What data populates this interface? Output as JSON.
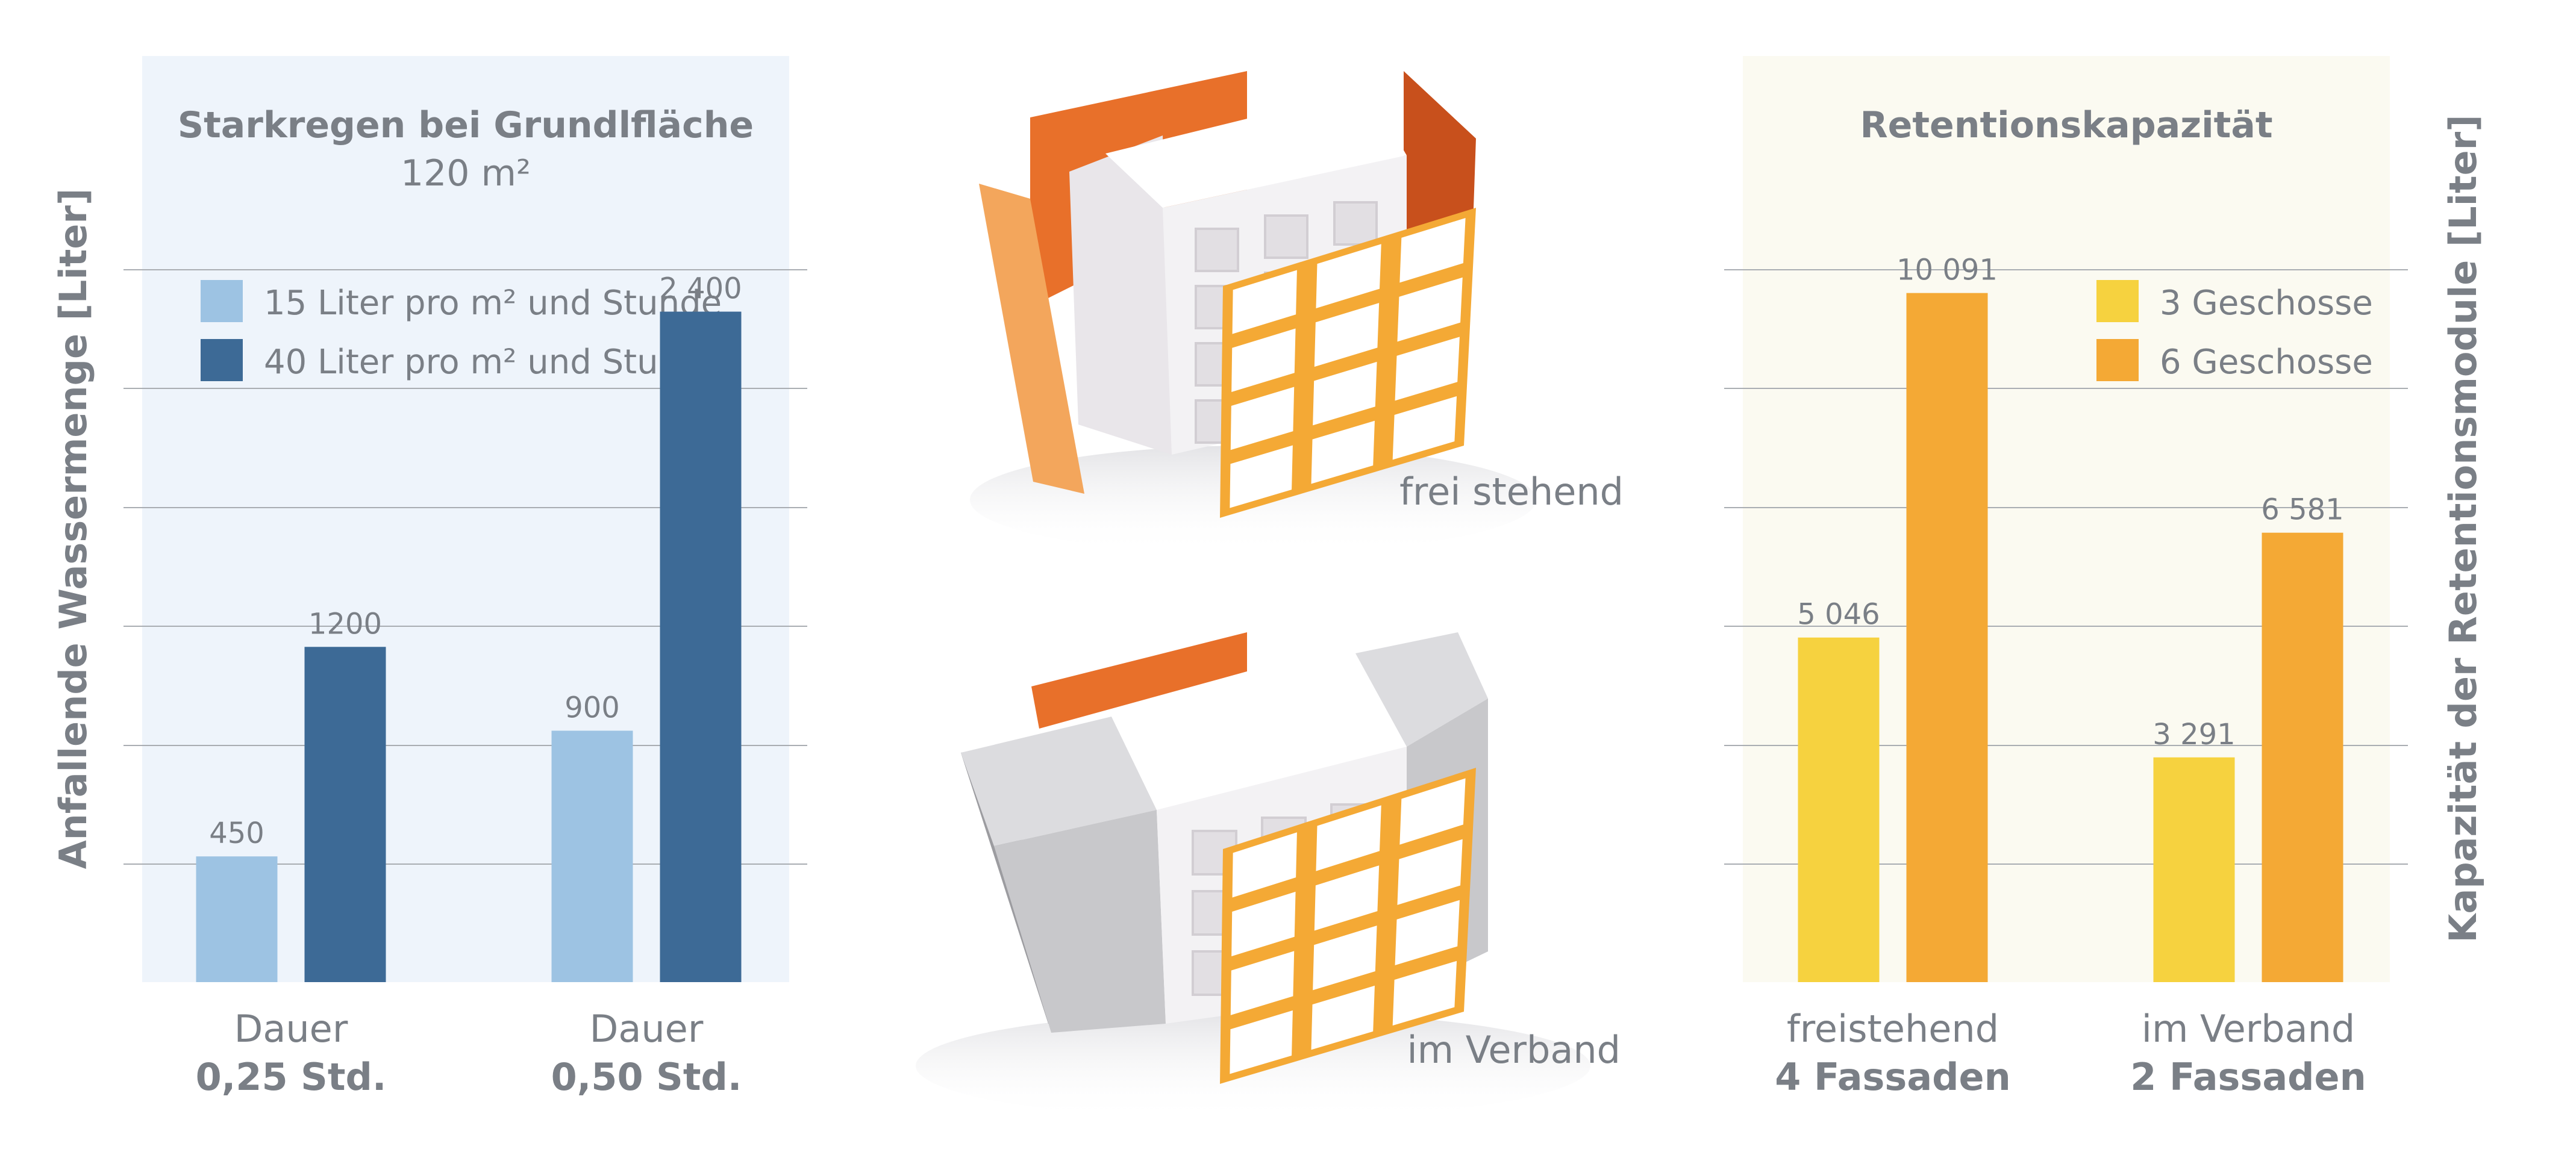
{
  "colors": {
    "left_panel_bg": "#eef4fb",
    "right_panel_bg": "#fbfaf1",
    "gridline": "#a9adb2",
    "text": "#7a7f86",
    "light_blue": "#9dc3e3",
    "dark_blue": "#3d6a96",
    "yellow": "#f6d23f",
    "orange": "#f4a935",
    "accent_orange": "#e8702a",
    "wall_white": "#f3f2f4",
    "wall_gray": "#c8c8cb"
  },
  "chart_data": [
    {
      "type": "bar",
      "title": "Starkregen bei Grundlfläche",
      "subtitle": "120 m²",
      "ylabel": "Anfallende Wassermenge [Liter]",
      "ylim": [
        0,
        3300
      ],
      "grid": true,
      "legend_position": "top-left",
      "categories": [
        {
          "line1": "Dauer",
          "line2": "0,25 Std."
        },
        {
          "line1": "Dauer",
          "line2": "0,50 Std."
        }
      ],
      "series": [
        {
          "name": "15 Liter pro m² und Stunde",
          "color": "#9dc3e3",
          "values": [
            450,
            900
          ],
          "labels": [
            "450",
            "900"
          ]
        },
        {
          "name": "40 Liter pro m² und Stunde",
          "color": "#3d6a96",
          "values": [
            1200,
            2400
          ],
          "labels": [
            "1200",
            "2 400"
          ]
        }
      ]
    },
    {
      "type": "bar",
      "title": "Retentionskapazität",
      "ylabel": "Kapazität der Retentionsmodule  [Liter]",
      "ylim": [
        0,
        13500
      ],
      "grid": true,
      "legend_position": "top-right",
      "categories": [
        {
          "line1": "freistehend",
          "line2": "4 Fassaden"
        },
        {
          "line1": "im Verband",
          "line2": "2 Fassaden"
        }
      ],
      "series": [
        {
          "name": "3 Geschosse",
          "color": "#f6d23f",
          "values": [
            5046,
            3291
          ],
          "labels": [
            "5 046",
            "3 291"
          ]
        },
        {
          "name": "6 Geschosse",
          "color": "#f4a935",
          "values": [
            10091,
            6581
          ],
          "labels": [
            "10 091",
            "6 581"
          ]
        }
      ]
    }
  ],
  "illustrations": {
    "top_caption": "frei stehend",
    "bottom_caption": "im Verband"
  }
}
